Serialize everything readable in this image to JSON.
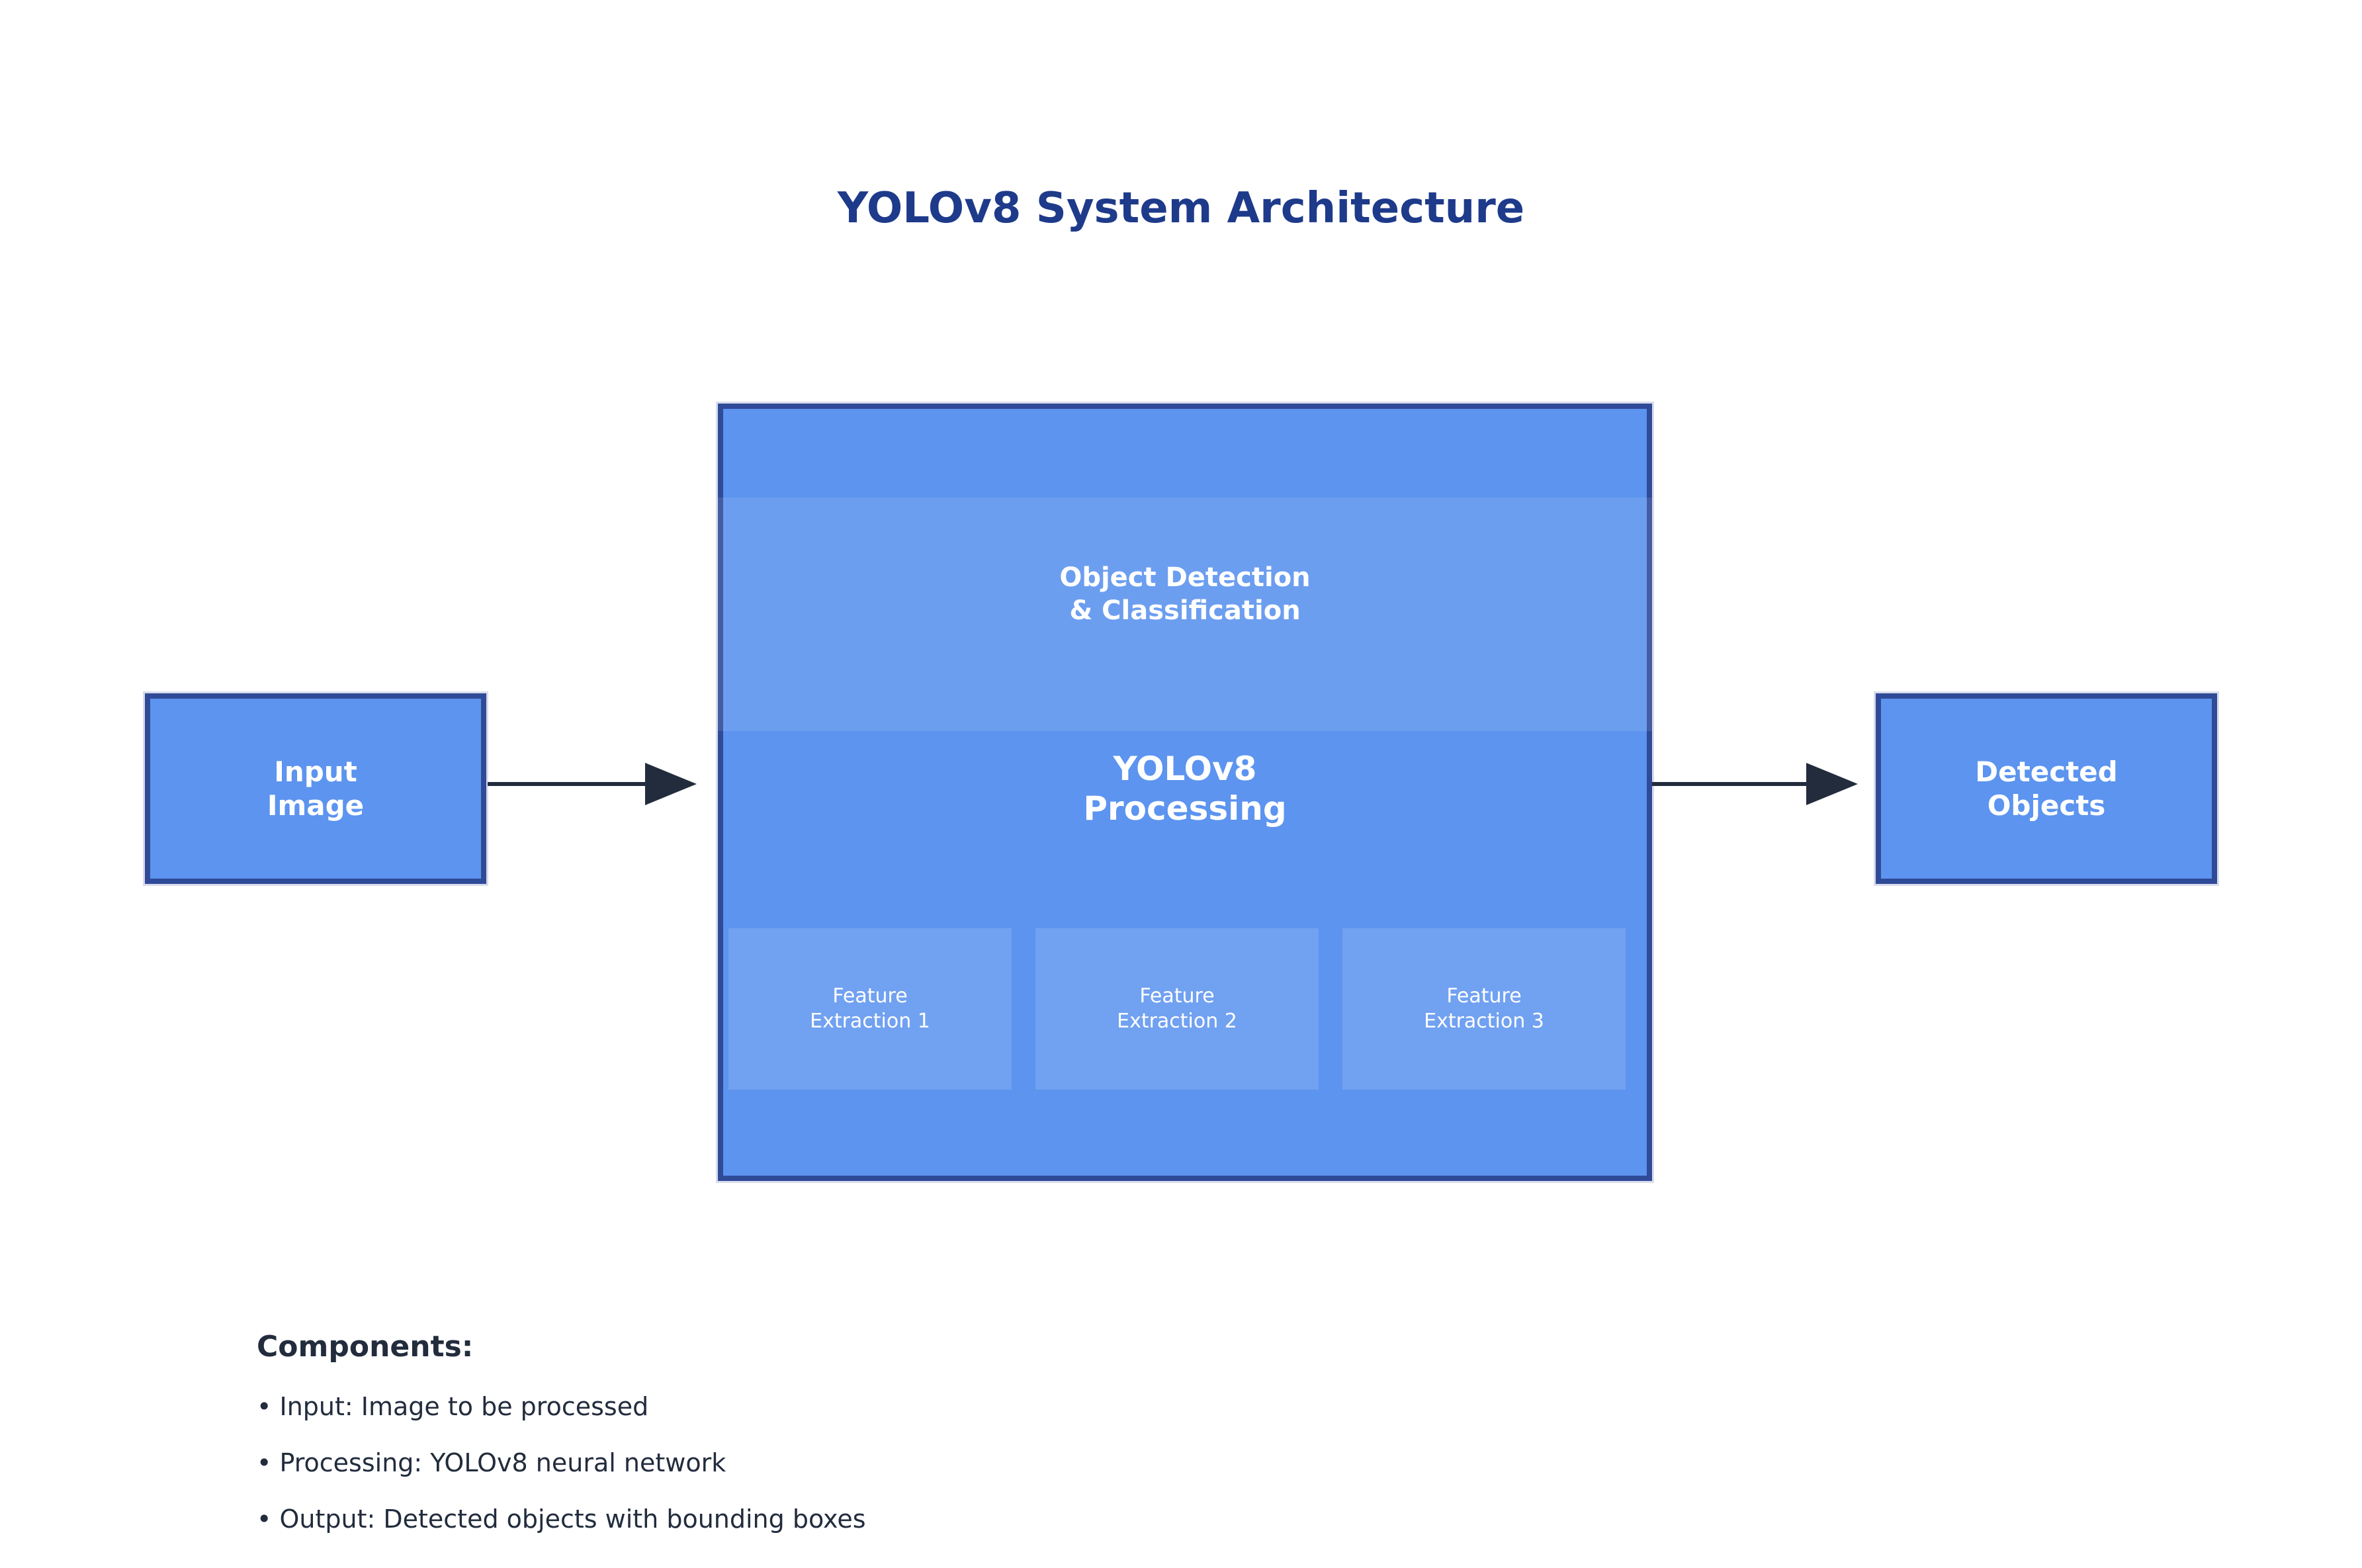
{
  "title": "YOLOv8 System Architecture",
  "theme": {
    "page_bg": "#ffffff",
    "box_fill": "#5c94ef",
    "box_border": "#2f4a97",
    "title_color": "#1e3a8a",
    "dark_text": "#222c3d",
    "white_text": "#ffffff"
  },
  "diagram": {
    "input_box": {
      "label": "Input\nImage"
    },
    "main_box": {
      "header": "Object Detection\n& Classification",
      "center_label": "YOLOv8\nProcessing",
      "features": [
        "Feature\nExtraction 1",
        "Feature\nExtraction 2",
        "Feature\nExtraction 3"
      ]
    },
    "output_box": {
      "label": "Detected\nObjects"
    },
    "arrows": [
      {
        "from": "input_box",
        "to": "main_box",
        "direction": "right"
      },
      {
        "from": "main_box",
        "to": "output_box",
        "direction": "right"
      }
    ]
  },
  "legend": {
    "heading": "Components:",
    "items": [
      "• Input: Image to be processed",
      "• Processing: YOLOv8 neural network",
      "• Output: Detected objects with bounding boxes"
    ]
  }
}
